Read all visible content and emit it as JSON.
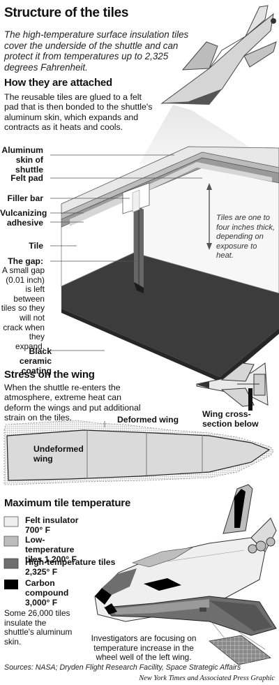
{
  "title": "Structure of the tiles",
  "subtitle": "The high-temperature surface insulation tiles cover the underside of the shuttle and can protect it from temperatures up to 2,325 degrees Fahrenheit.",
  "attached": {
    "heading": "How they are attached",
    "text": "The reusable tiles are glued to a felt pad that is then bonded to the shuttle's aluminum skin, which expands and contracts as it heats and cools."
  },
  "layers": {
    "aluminum": "Aluminum skin of shuttle",
    "felt": "Felt pad",
    "filler": "Filler bar",
    "vulcanizing": "Vulcanizing adhesive",
    "tile": "Tile",
    "gap_title": "The gap:",
    "gap_text": "A small gap (0.01 inch) is left between tiles so they will not crack when they expand.",
    "coating": "Black ceramic coating",
    "thickness_note": "Tiles are one to four inches thick, depending on exposure to heat."
  },
  "stress": {
    "heading": "Stress on the wing",
    "text": "When the shuttle re-enters the atmosphere, extreme heat can deform the wings and put additional strain on the tiles.",
    "cross_section": "Wing cross-section below",
    "deformed": "Deformed wing",
    "undeformed": "Undeformed wing"
  },
  "temperature": {
    "heading": "Maximum tile temperature",
    "legend": [
      {
        "label": "Felt insulator 700° F",
        "color": "#efefef"
      },
      {
        "label": "Low-temperature tiles 1,200° F",
        "color": "#bdbdbd"
      },
      {
        "label": "High-temperature tiles 2,325° F",
        "color": "#6e6e6e"
      },
      {
        "label": "Carbon compound 3,000° F",
        "color": "#000000"
      }
    ],
    "count_note": "Some 26,000 tiles insulate the shuttle's aluminum skin.",
    "investigators": "Investigators are focusing on temperature increase in the wheel well of the left wing."
  },
  "sources": "Sources: NASA; Dryden Flight Research Facility, Space Strategic Affairs",
  "credit": "New York Times and Associated Press Graphic"
}
